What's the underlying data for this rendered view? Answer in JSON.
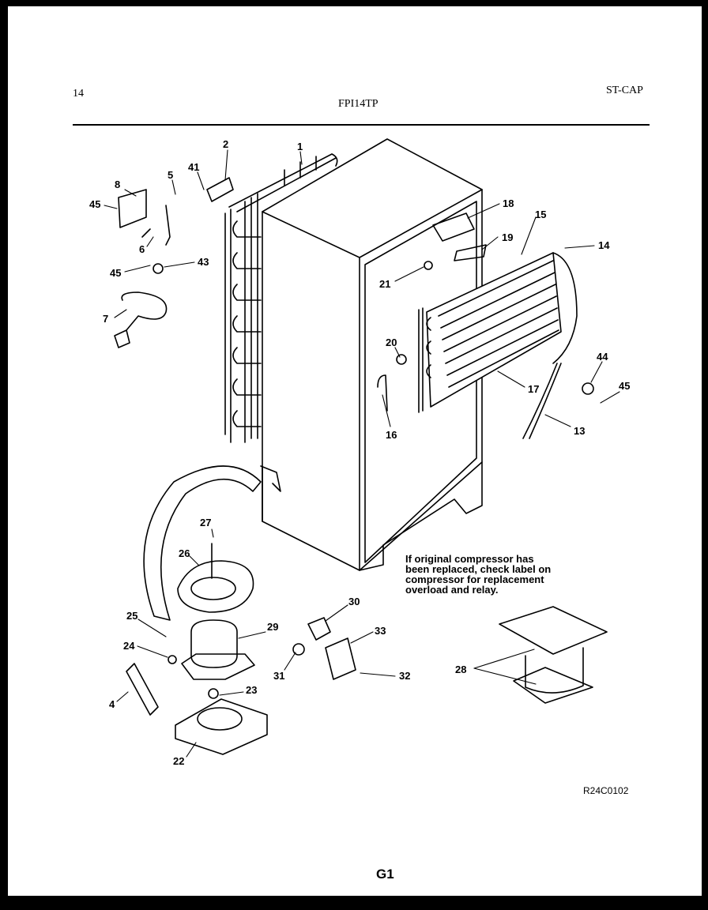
{
  "header": {
    "page_number": "14",
    "model": "FPI14TP",
    "section": "ST-CAP"
  },
  "note": {
    "lines": [
      "If original compressor has",
      "been replaced, check label on",
      "compressor for replacement",
      "overload and relay."
    ]
  },
  "drawing_code": "R24C0102",
  "page_code": "G1",
  "callouts": [
    "1",
    "2",
    "41",
    "8",
    "5",
    "45",
    "6",
    "43",
    "45",
    "7",
    "18",
    "15",
    "19",
    "14",
    "21",
    "20",
    "16",
    "17",
    "44",
    "45",
    "13",
    "27",
    "26",
    "25",
    "24",
    "4",
    "29",
    "23",
    "22",
    "30",
    "33",
    "31",
    "32",
    "28"
  ]
}
